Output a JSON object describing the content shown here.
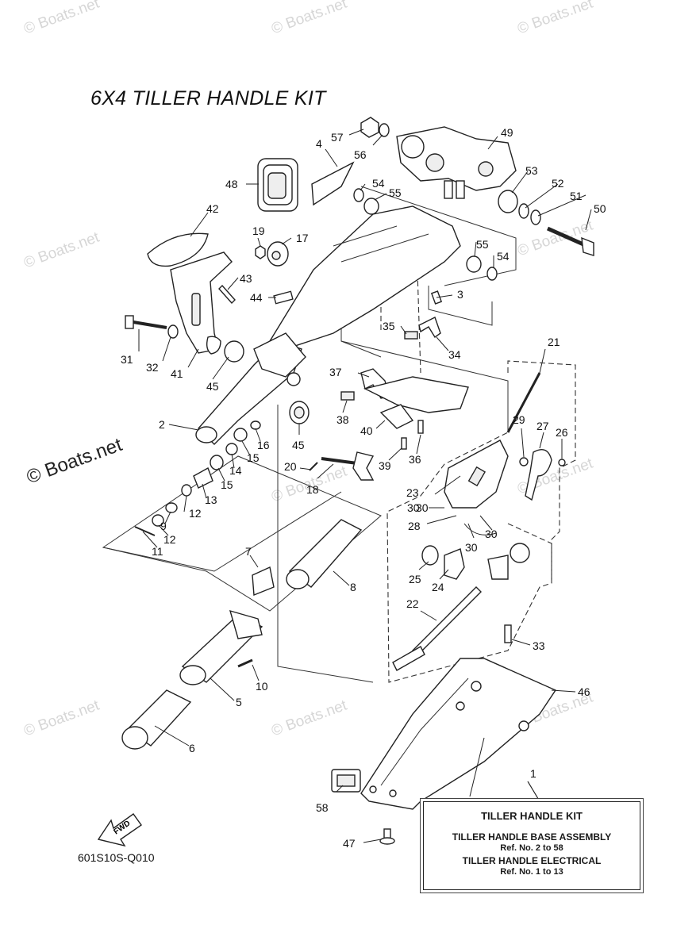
{
  "title": "6X4 TILLER HANDLE KIT",
  "diagram_code": "601S10S-Q010",
  "fwd_label": "FWD",
  "watermark": "© Boats.net",
  "kit_box": {
    "title": "TILLER HANDLE KIT",
    "line1": "TILLER HANDLE BASE ASSEMBLY",
    "line1_ref": "Ref. No. 2 to 58",
    "line2": "TILLER HANDLE ELECTRICAL",
    "line2_ref": "Ref. No. 1 to 13"
  },
  "callouts": [
    "1",
    "2",
    "3",
    "4",
    "5",
    "6",
    "7",
    "8",
    "9",
    "10",
    "11",
    "12",
    "12",
    "13",
    "14",
    "15",
    "15",
    "16",
    "17",
    "18",
    "19",
    "20",
    "21",
    "22",
    "23",
    "24",
    "25",
    "26",
    "27",
    "28",
    "29",
    "30",
    "30",
    "30",
    "30",
    "31",
    "32",
    "33",
    "34",
    "35",
    "36",
    "37",
    "38",
    "39",
    "40",
    "41",
    "42",
    "43",
    "44",
    "45",
    "45",
    "46",
    "47",
    "48",
    "49",
    "50",
    "51",
    "52",
    "53",
    "54",
    "54",
    "55",
    "55",
    "56",
    "57",
    "58"
  ]
}
